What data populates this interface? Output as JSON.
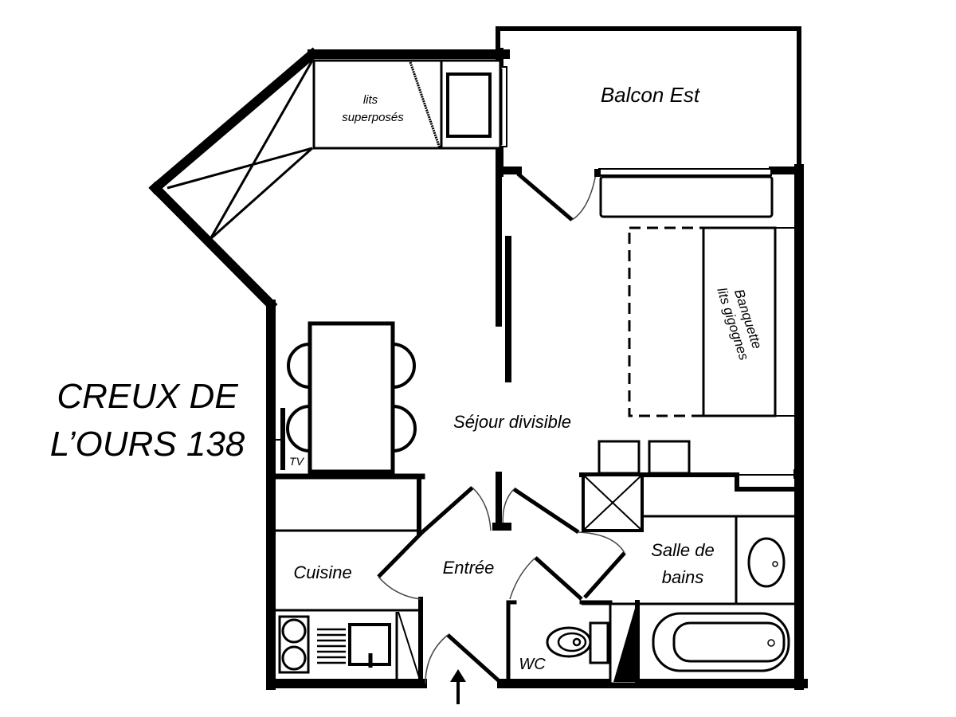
{
  "title": {
    "line1": "CREUX DE",
    "line2": "L’OURS 138"
  },
  "rooms": {
    "balcon": "Balcon Est",
    "lits_superposes_1": "lits",
    "lits_superposes_2": "superposés",
    "banquette_1": "Banquette",
    "banquette_2": "lits gigognes",
    "sejour": "Séjour divisible",
    "tv": "TV",
    "cuisine": "Cuisine",
    "entree": "Entrée",
    "salle_de_bains_1": "Salle de",
    "salle_de_bains_2": "bains",
    "wc": "WC"
  },
  "colors": {
    "walls": "#000000",
    "background": "#ffffff"
  },
  "icons": {
    "entrance": "arrow-up-icon"
  }
}
